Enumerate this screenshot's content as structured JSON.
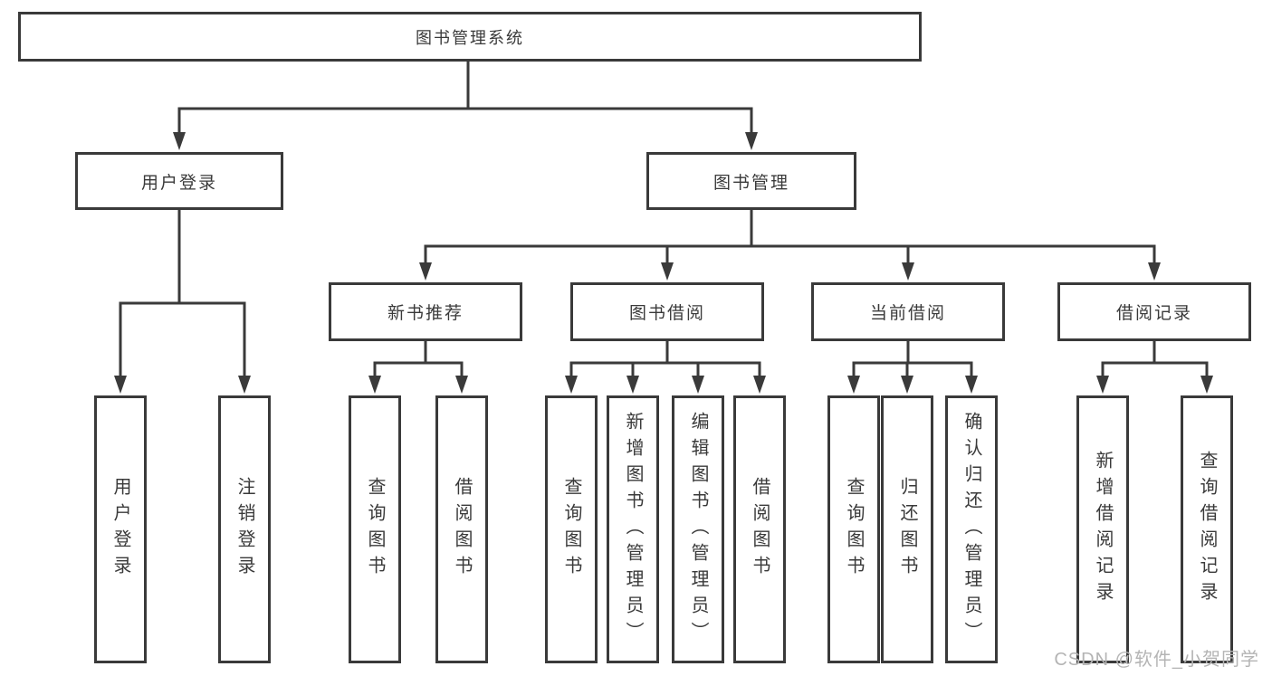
{
  "diagram": {
    "root": "图书管理系统",
    "user_login": {
      "label": "用户登录",
      "children": [
        "用户登录",
        "注销登录"
      ]
    },
    "book_mgmt": {
      "label": "图书管理",
      "children": [
        {
          "label": "新书推荐",
          "children": [
            "查询图书",
            "借阅图书"
          ]
        },
        {
          "label": "图书借阅",
          "children": [
            "查询图书",
            "新增图书（管理员）",
            "编辑图书（管理员）",
            "借阅图书"
          ]
        },
        {
          "label": "当前借阅",
          "children": [
            "查询图书",
            "归还图书",
            "确认归还（管理员）"
          ]
        },
        {
          "label": "借阅记录",
          "children": [
            "新增借阅记录",
            "查询借阅记录"
          ]
        }
      ]
    }
  },
  "watermark": "CSDN @软件_小贺同学",
  "colors": {
    "line": "#3a3a3a",
    "box_border": "#3a3a3a",
    "text": "#3a3a3a",
    "watermark": "#b4b4b4",
    "background": "#ffffff"
  }
}
